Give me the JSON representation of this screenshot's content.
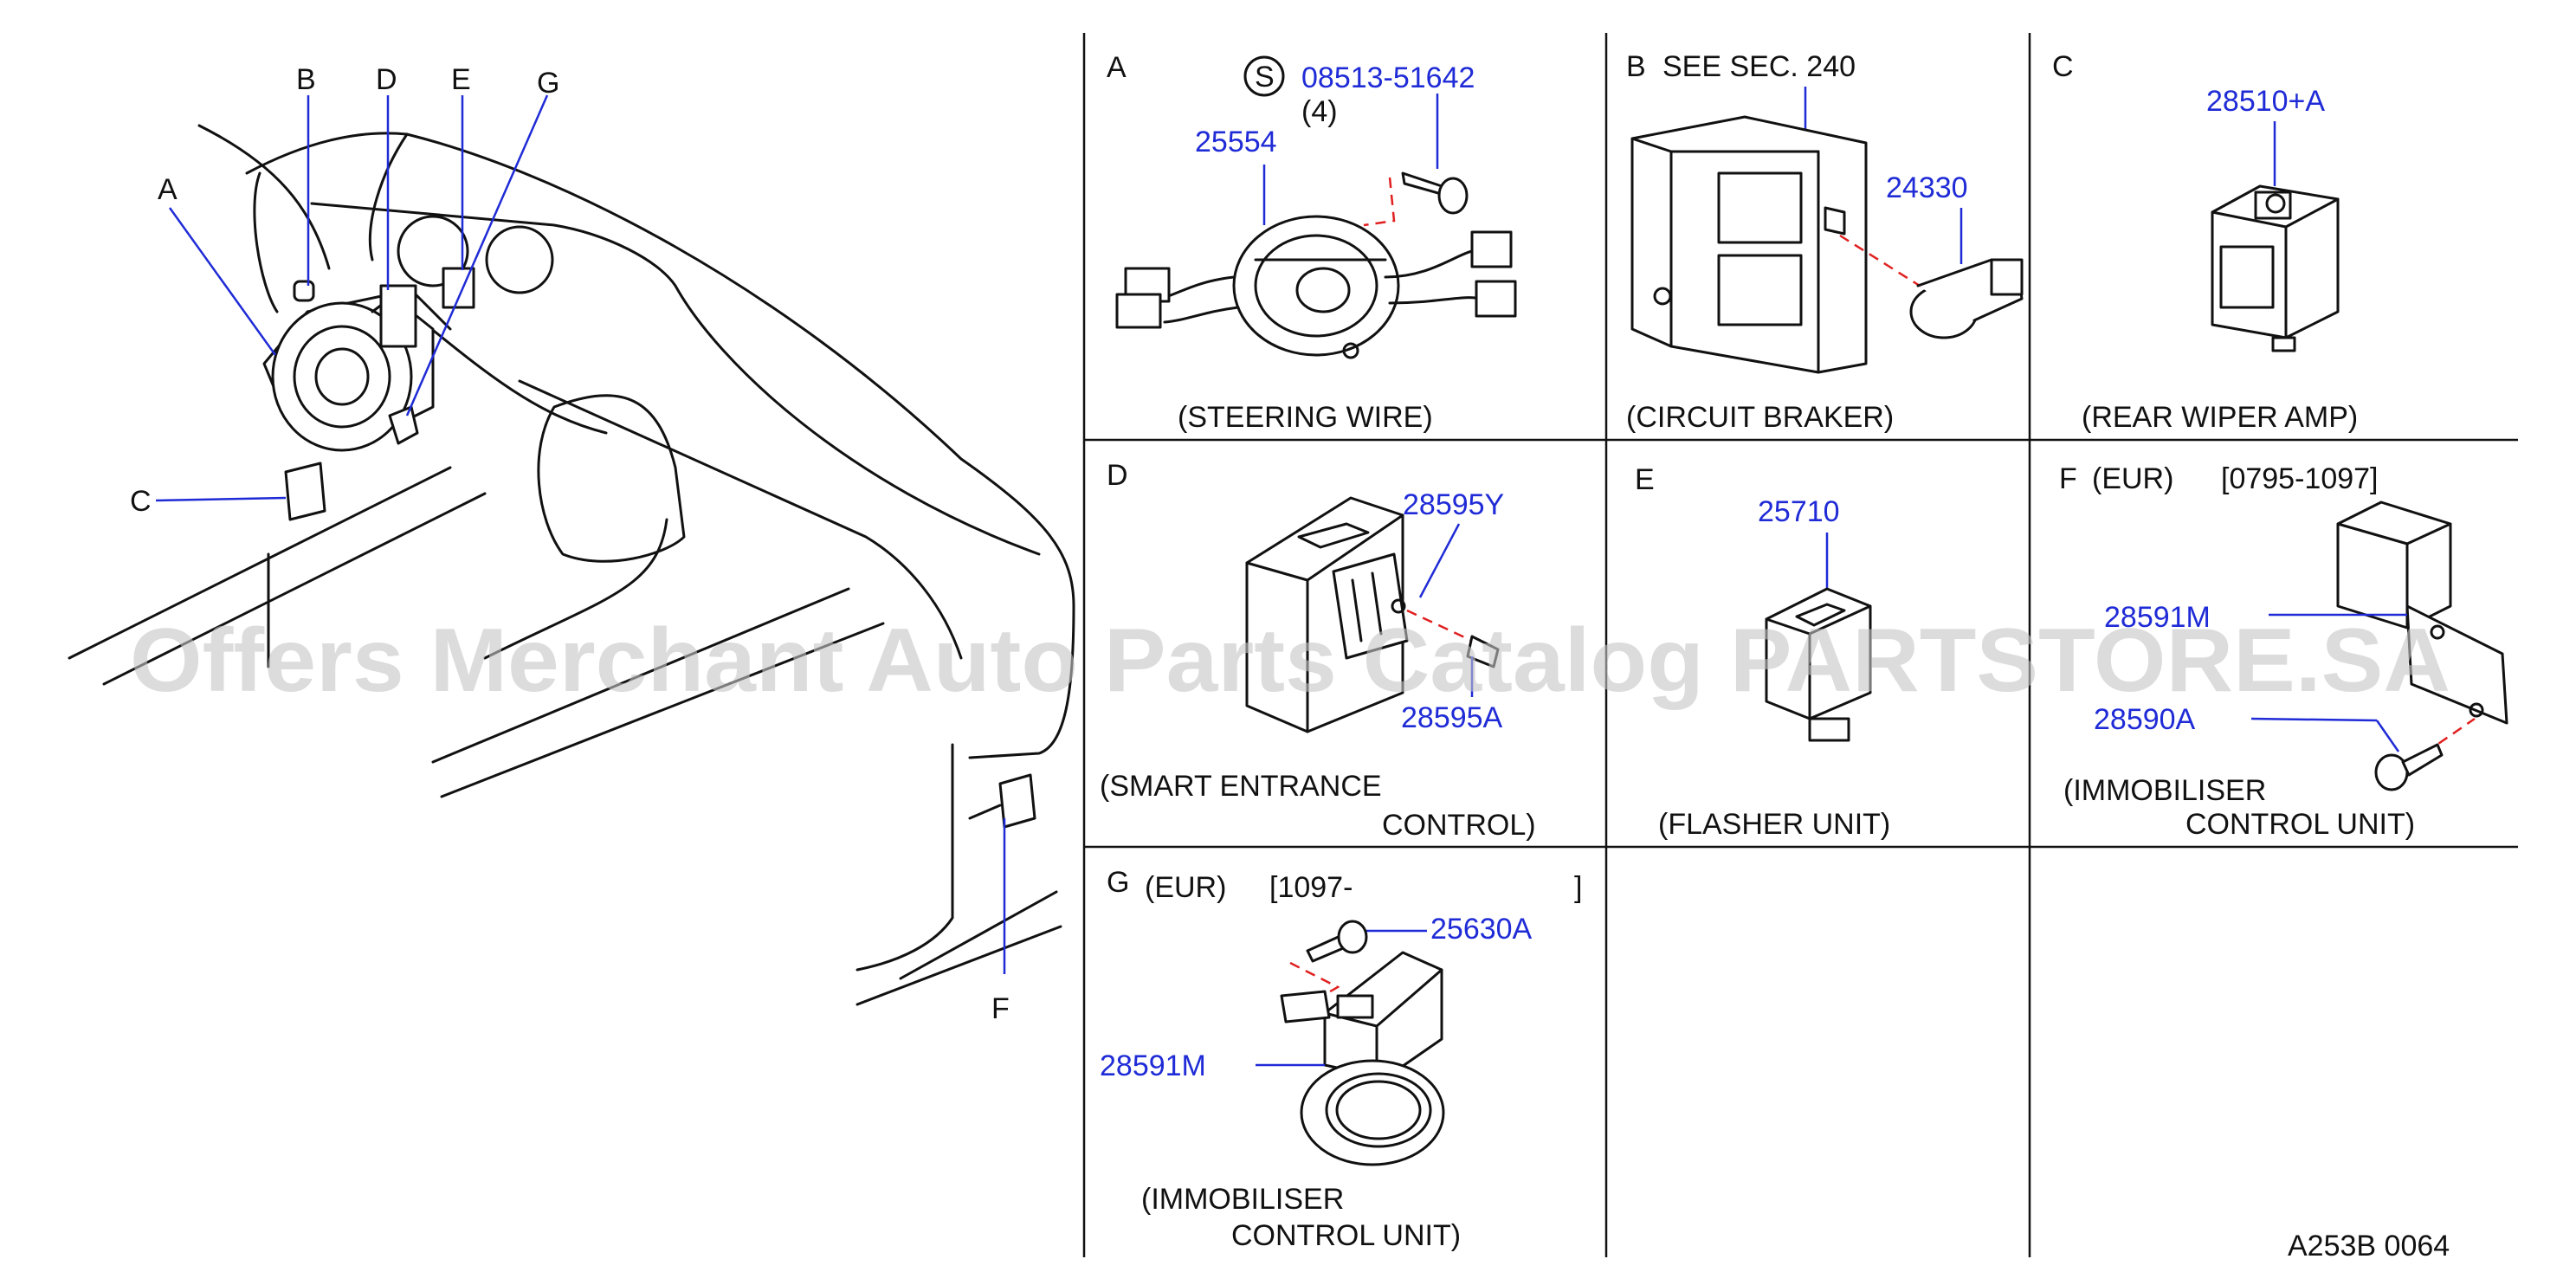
{
  "watermark": "Offers Merchant Auto Parts Catalog PARTSTORE.SA",
  "overview": {
    "callouts": [
      "A",
      "B",
      "C",
      "D",
      "E",
      "F",
      "G"
    ]
  },
  "panels": {
    "A": {
      "letter": "A",
      "symbol": "S",
      "parts": [
        "08513-51642",
        "25554"
      ],
      "quantity": "(4)",
      "caption_lines": [
        "(STEERING  WIRE)"
      ]
    },
    "B": {
      "letter": "B",
      "note": "SEE   SEC.   240",
      "parts": [
        "24330"
      ],
      "caption_lines": [
        "(CIRCUIT  BRAKER)"
      ]
    },
    "C": {
      "letter": "C",
      "parts": [
        "28510+A"
      ],
      "caption_lines": [
        "(REAR  WIPER  AMP)"
      ]
    },
    "D": {
      "letter": "D",
      "parts": [
        "28595Y",
        "28595A"
      ],
      "caption_lines": [
        "(SMART  ENTRANCE",
        "CONTROL)"
      ]
    },
    "E": {
      "letter": "E",
      "parts": [
        "25710"
      ],
      "caption_lines": [
        "(FLASHER  UNIT)"
      ]
    },
    "F": {
      "letter": "F",
      "region": "(EUR)",
      "range": "[0795-1097]",
      "parts": [
        "28591M",
        "28590A"
      ],
      "caption_lines": [
        "(IMMOBILISER",
        "CONTROL  UNIT)"
      ]
    },
    "G": {
      "letter": "G",
      "region": "(EUR)",
      "range_start": "[1097-",
      "range_end": "]",
      "parts": [
        "25630A",
        "28591M"
      ],
      "caption_lines": [
        "(IMMOBILISER",
        "CONTROL  UNIT)"
      ]
    }
  },
  "figure_code": "A253B  0064"
}
